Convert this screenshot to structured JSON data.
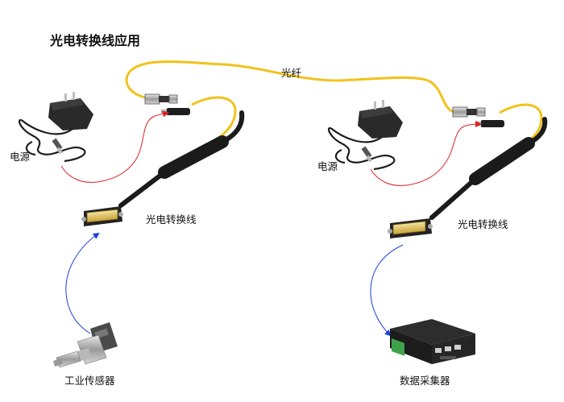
{
  "title": "光电转换线应用",
  "labels": {
    "fiber": "光纤",
    "power_left": "电源",
    "power_right": "电源",
    "converter_left": "光电转换线",
    "converter_right": "光电转换线",
    "sensor": "工业传感器",
    "daq": "数据采集器"
  },
  "colors": {
    "fiber": "#f2c21a",
    "power_line": "#e02020",
    "signal_line": "#1a3fe0",
    "cable": "#1b1b1b"
  }
}
